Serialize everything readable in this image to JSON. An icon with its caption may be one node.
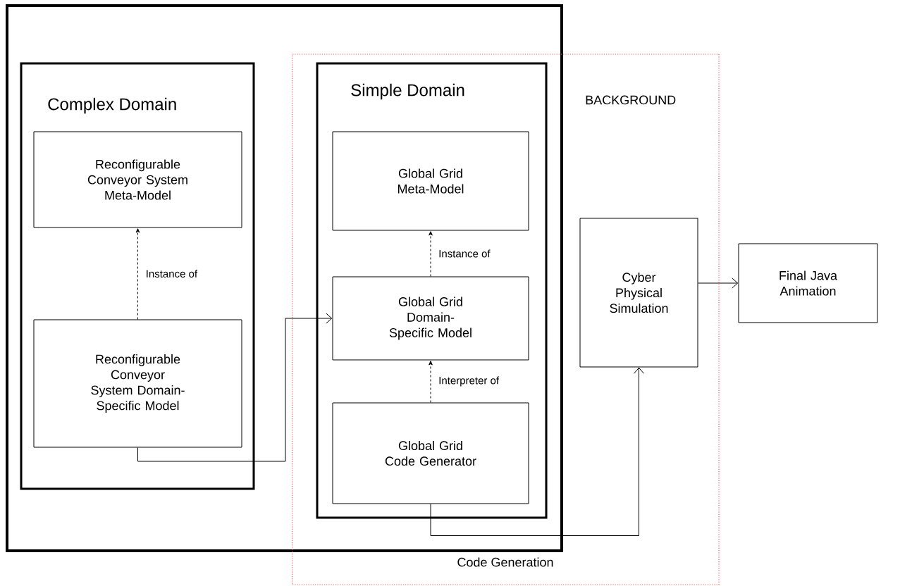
{
  "diagram": {
    "nodes": [
      {
        "text": [],
        "shape": "box"
      },
      {
        "text": [
          "Complex Domain"
        ],
        "in": 0
      },
      {
        "text": [
          "Reconfigurable Conveyor System Meta-Model"
        ],
        "in": 1
      },
      {
        "text": [
          "Reconfigurable Conveyor System Domain-Specific Model"
        ],
        "in": 1
      },
      {
        "text": [
          "BACKGROUND"
        ]
      },
      {
        "text": [
          "Simple Domain"
        ]
      },
      {
        "text": [
          "Global Grid Meta-Model"
        ],
        "in": 5
      },
      {
        "text": [
          "Global Grid Domain-Specific Model"
        ],
        "in": 5
      },
      {
        "text": [
          "Global Grid Code Generator"
        ],
        "in": 5
      },
      {
        "text": [
          "Cyber Physical Simulation"
        ],
        "in": 4
      },
      {
        "text": [
          "Final Java Animation"
        ]
      }
    ],
    "edges": [
      {
        "from": 3,
        "to": 2,
        "arrow": "to",
        "style": "dashed",
        "label": "Instance of"
      },
      {
        "from": 3,
        "to": 7,
        "arrow": "to"
      },
      {
        "from": 7,
        "to": 6,
        "arrow": "to",
        "style": "dashed",
        "label": "Instance of"
      },
      {
        "from": 8,
        "to": 7,
        "arrow": "to",
        "style": "dashed",
        "label": "Interpreter of"
      },
      {
        "from": 8,
        "to": 9,
        "arrow": "to"
      },
      {
        "from": 9,
        "to": 10,
        "arrow": "to"
      }
    ],
    "labels": [
      "Code Generation"
    ]
  }
}
